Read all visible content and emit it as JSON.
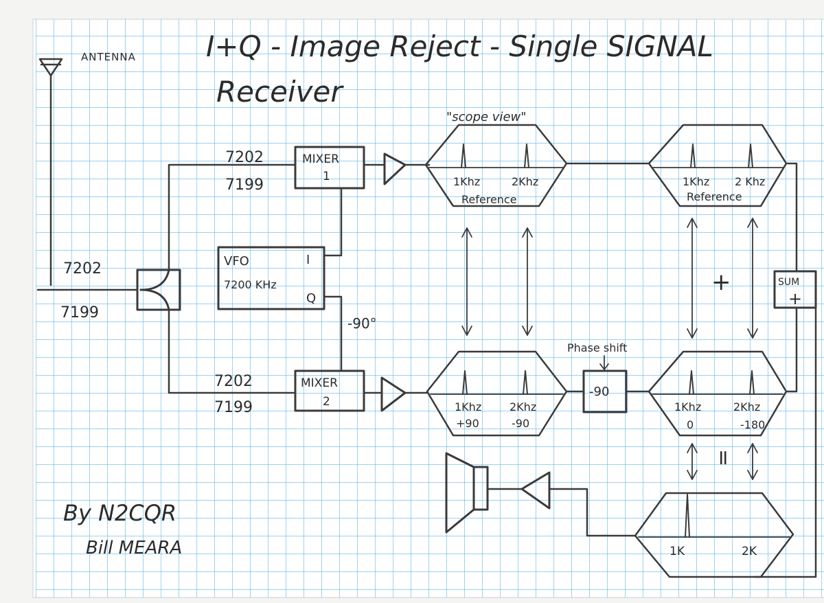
{
  "title": {
    "line1": "I+Q - Image Reject - Single SIGNAL",
    "line2": "Receiver"
  },
  "antenna": {
    "label": "ANTENNA"
  },
  "input": {
    "upper": "7202",
    "lower": "7199"
  },
  "mixer1": {
    "line1": "MIXER",
    "line2": "1",
    "f_upper": "7202",
    "f_lower": "7199"
  },
  "mixer2": {
    "line1": "MIXER",
    "line2": "2",
    "f_upper": "7202",
    "f_lower": "7199"
  },
  "vfo": {
    "name": "VFO",
    "freq": "7200 KHz",
    "i_label": "I",
    "q_label": "Q",
    "q_phase": "-90°"
  },
  "scope_view_label": "\"scope view\"",
  "spectrum_top_left": {
    "left": "1Khz",
    "right": "2Khz",
    "caption": "Reference"
  },
  "spectrum_top_right": {
    "left": "1Khz",
    "right": "2 Khz",
    "caption": "Reference"
  },
  "spectrum_bot_left": {
    "left": "1Khz",
    "right": "2Khz",
    "left_phase": "+90",
    "right_phase": "-90"
  },
  "spectrum_bot_right": {
    "left": "1Khz",
    "right": "2Khz",
    "left_phase": "0",
    "right_phase": "-180"
  },
  "spectrum_output": {
    "left": "1K",
    "right": "2K"
  },
  "phase_shift": {
    "label": "Phase shift",
    "value": "-90"
  },
  "plus_sign": "+",
  "equals_sign": "=",
  "sum": {
    "label": "SUM",
    "sign": "+"
  },
  "author": {
    "line1": "By N2CQR",
    "line2": "Bill MEARA"
  }
}
